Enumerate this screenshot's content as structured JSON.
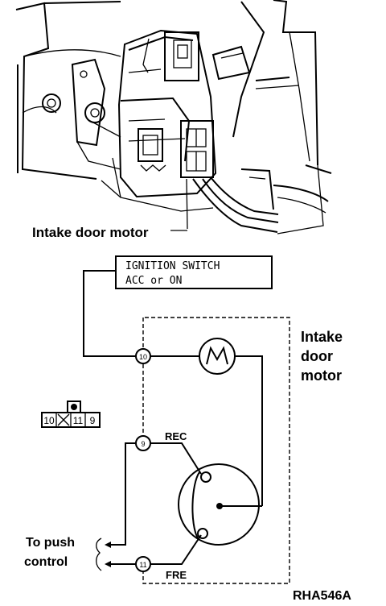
{
  "illustration": {
    "caption": "Intake door motor"
  },
  "circuit": {
    "switch_label_line1": "IGNITION SWITCH",
    "switch_label_line2": "ACC or ON",
    "motor_label_line1": "Intake",
    "motor_label_line2": "door",
    "motor_label_line3": "motor",
    "terminal_10": "10",
    "terminal_9": "9",
    "terminal_11": "11",
    "rec_label": "REC",
    "fre_label": "FRE",
    "push_label_line1": "To push",
    "push_label_line2": "control",
    "connector_pin_10": "10",
    "connector_pin_11": "11",
    "connector_pin_9": "9"
  },
  "figure_code": "RHA546A"
}
